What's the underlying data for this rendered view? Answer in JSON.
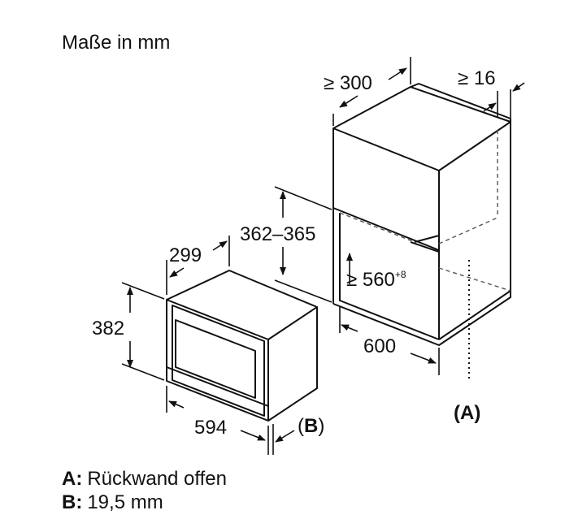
{
  "title": "Maße in mm",
  "dimensions": {
    "niche_depth_min": "≥ 300",
    "side_gap_min": "≥ 16",
    "opening_height": "362–365",
    "opening_depth_min": "≥ 560",
    "opening_depth_tolerance": "+8",
    "niche_width": "600",
    "device_depth": "299",
    "device_height": "382",
    "device_width": "594"
  },
  "markers": {
    "a_label": "(A)",
    "b_label_letter": "B",
    "b_label_open": "(",
    "b_label_close": ")"
  },
  "legend": [
    {
      "key": "A:",
      "text": "Rückwand offen"
    },
    {
      "key": "B:",
      "text": "19,5 mm"
    }
  ],
  "colors": {
    "line": "#111111",
    "dashed": "#555555",
    "background": "#ffffff"
  }
}
